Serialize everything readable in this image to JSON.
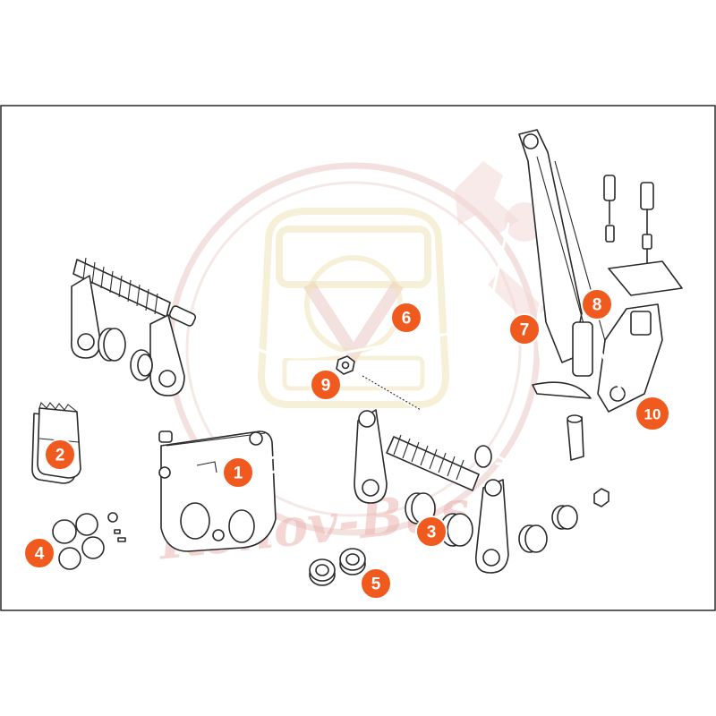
{
  "colors": {
    "accent": "#f05a1e",
    "frame": "#2a2a2a",
    "watermark_red": "#e9c9c5",
    "watermark_yellow": "#f1e3b8"
  },
  "watermark": {
    "text": "Kenov-Bus"
  },
  "callouts": [
    {
      "id": "callout-1",
      "number": "1"
    },
    {
      "id": "callout-2",
      "number": "2"
    },
    {
      "id": "callout-3",
      "number": "3"
    },
    {
      "id": "callout-4",
      "number": "4"
    },
    {
      "id": "callout-5",
      "number": "5"
    },
    {
      "id": "callout-6",
      "number": "6"
    },
    {
      "id": "callout-7",
      "number": "7"
    },
    {
      "id": "callout-8",
      "number": "8"
    },
    {
      "id": "callout-9",
      "number": "9"
    },
    {
      "id": "callout-10",
      "number": "10"
    }
  ]
}
